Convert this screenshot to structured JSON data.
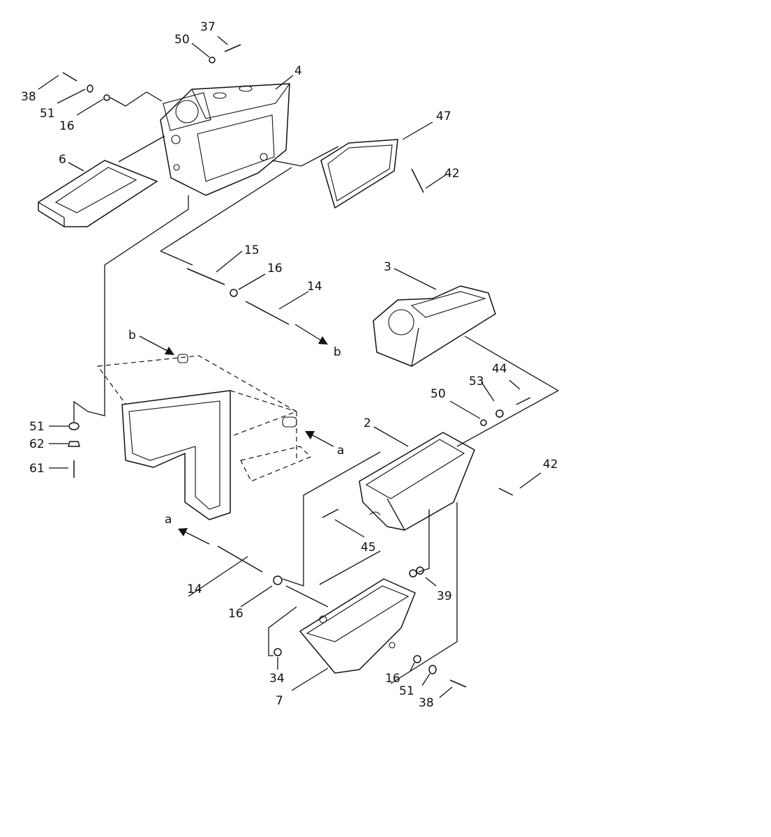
{
  "callouts": {
    "c37": "37",
    "c50a": "50",
    "c38a": "38",
    "c51a": "51",
    "c16a": "16",
    "c4": "4",
    "c6": "6",
    "c47": "47",
    "c42a": "42",
    "c15": "15",
    "c16b": "16",
    "c14a": "14",
    "c3": "3",
    "c_b1": "b",
    "c_b2": "b",
    "c44": "44",
    "c53": "53",
    "c50b": "50",
    "c2": "2",
    "c51b": "51",
    "c62": "62",
    "c61": "61",
    "c_a1": "a",
    "c42b": "42",
    "c45": "45",
    "c_a2": "a",
    "c14b": "14",
    "c16c": "16",
    "c39": "39",
    "c34": "34",
    "c16d": "16",
    "c51c": "51",
    "c38b": "38",
    "c7": "7"
  }
}
